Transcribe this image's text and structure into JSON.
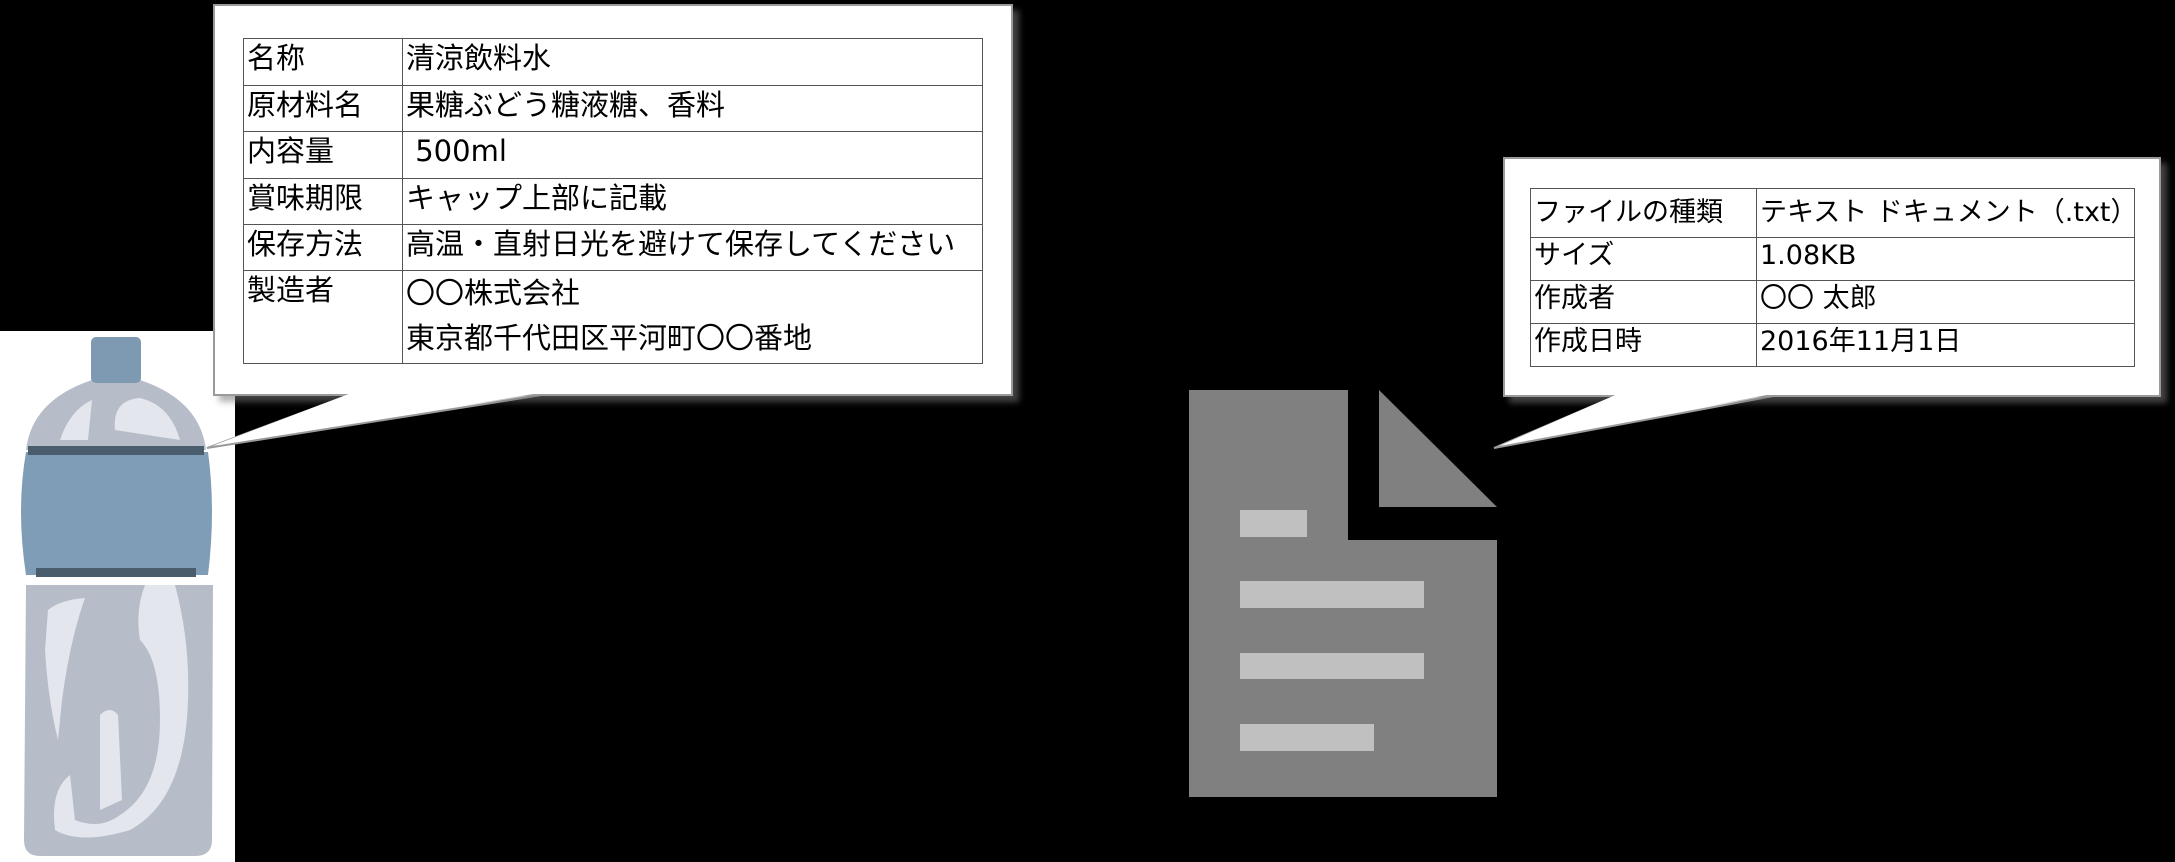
{
  "bottle": {
    "label": "water-bottle-illustration",
    "colors": {
      "cap": "#7e9ab2",
      "label": "#7f9db6",
      "band": "#4a5d6c",
      "body": "#b7bcc9",
      "highlight": "#e3e6ec"
    }
  },
  "product_label": {
    "rows": [
      {
        "key": "名称",
        "value": [
          "清涼飲料水"
        ]
      },
      {
        "key": "原材料名",
        "value": [
          "果糖ぶどう糖液糖、香料"
        ]
      },
      {
        "key": "内容量",
        "value": [
          " 500ml"
        ]
      },
      {
        "key": "賞味期限",
        "value": [
          "キャップ上部に記載"
        ]
      },
      {
        "key": "保存方法",
        "value": [
          "高温・直射日光を避けて保存してください"
        ]
      },
      {
        "key": "製造者",
        "value": [
          "〇〇株式会社",
          "東京都千代田区平河町〇〇番地"
        ]
      }
    ]
  },
  "document_icon": {
    "label": "text-document-icon",
    "colors": {
      "page": "#808080",
      "lines": "#c0c0c0"
    }
  },
  "file_properties": {
    "rows": [
      {
        "key": "ファイルの種類",
        "value": "テキスト ドキュメント（.txt）"
      },
      {
        "key": "サイズ",
        "value": "1.08KB"
      },
      {
        "key": "作成者",
        "value": "〇〇 太郎"
      },
      {
        "key": "作成日時",
        "value": "2016年11月1日"
      }
    ]
  }
}
